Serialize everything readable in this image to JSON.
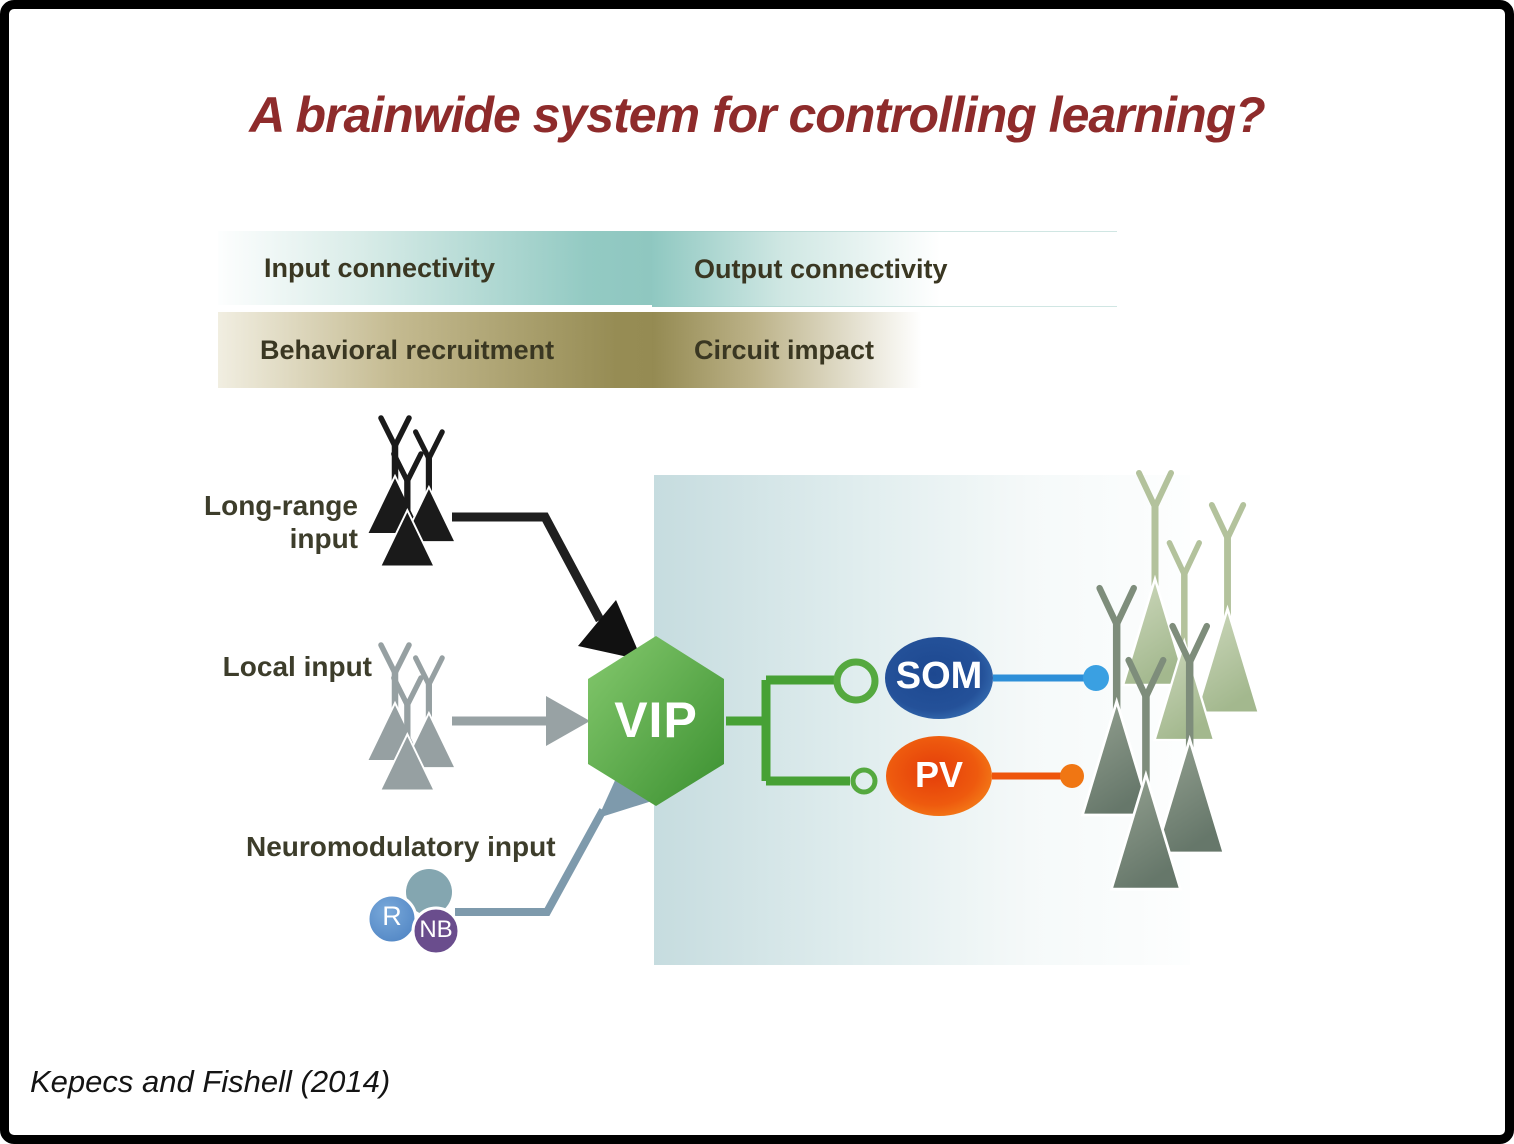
{
  "slide": {
    "title": "A brainwide system for controlling learning?",
    "citation": "Kepecs and Fishell (2014)"
  },
  "legend": {
    "input_connectivity": "Input connectivity",
    "output_connectivity": "Output connectivity",
    "behavioral_recruitment": "Behavioral recruitment",
    "circuit_impact": "Circuit impact"
  },
  "diagram": {
    "labels": {
      "long_range": "Long-range input",
      "local": "Local input",
      "neuromodulatory": "Neuromodulatory input"
    },
    "nodes": {
      "vip": "VIP",
      "som": "SOM",
      "pv": "PV",
      "receptor": "R",
      "nucleus_basalis": "NB"
    },
    "colors": {
      "title_red": "#8E2B2B",
      "legend_teal": "#8FC8C1",
      "legend_olive": "#948A52",
      "vip_green_light": "#82C66B",
      "vip_green_dark": "#3B9030",
      "connector_green": "#47A135",
      "som_blue": "#1E4B92",
      "pv_orange": "#EE5A0E",
      "som_synapse_blue": "#3AA0E2",
      "pv_synapse_orange": "#F07613",
      "neuromod_slate": "#7E9AAC",
      "r_blue": "#5E93CE",
      "nb_purple": "#6A4D8D",
      "long_range_black": "#1A1A1A",
      "local_gray": "#96A0A2",
      "pyramidal_light_sage": "#C2CFAE",
      "pyramidal_dark_sage": "#7E8C7B",
      "panel_teal": "#C6DCDF"
    }
  }
}
